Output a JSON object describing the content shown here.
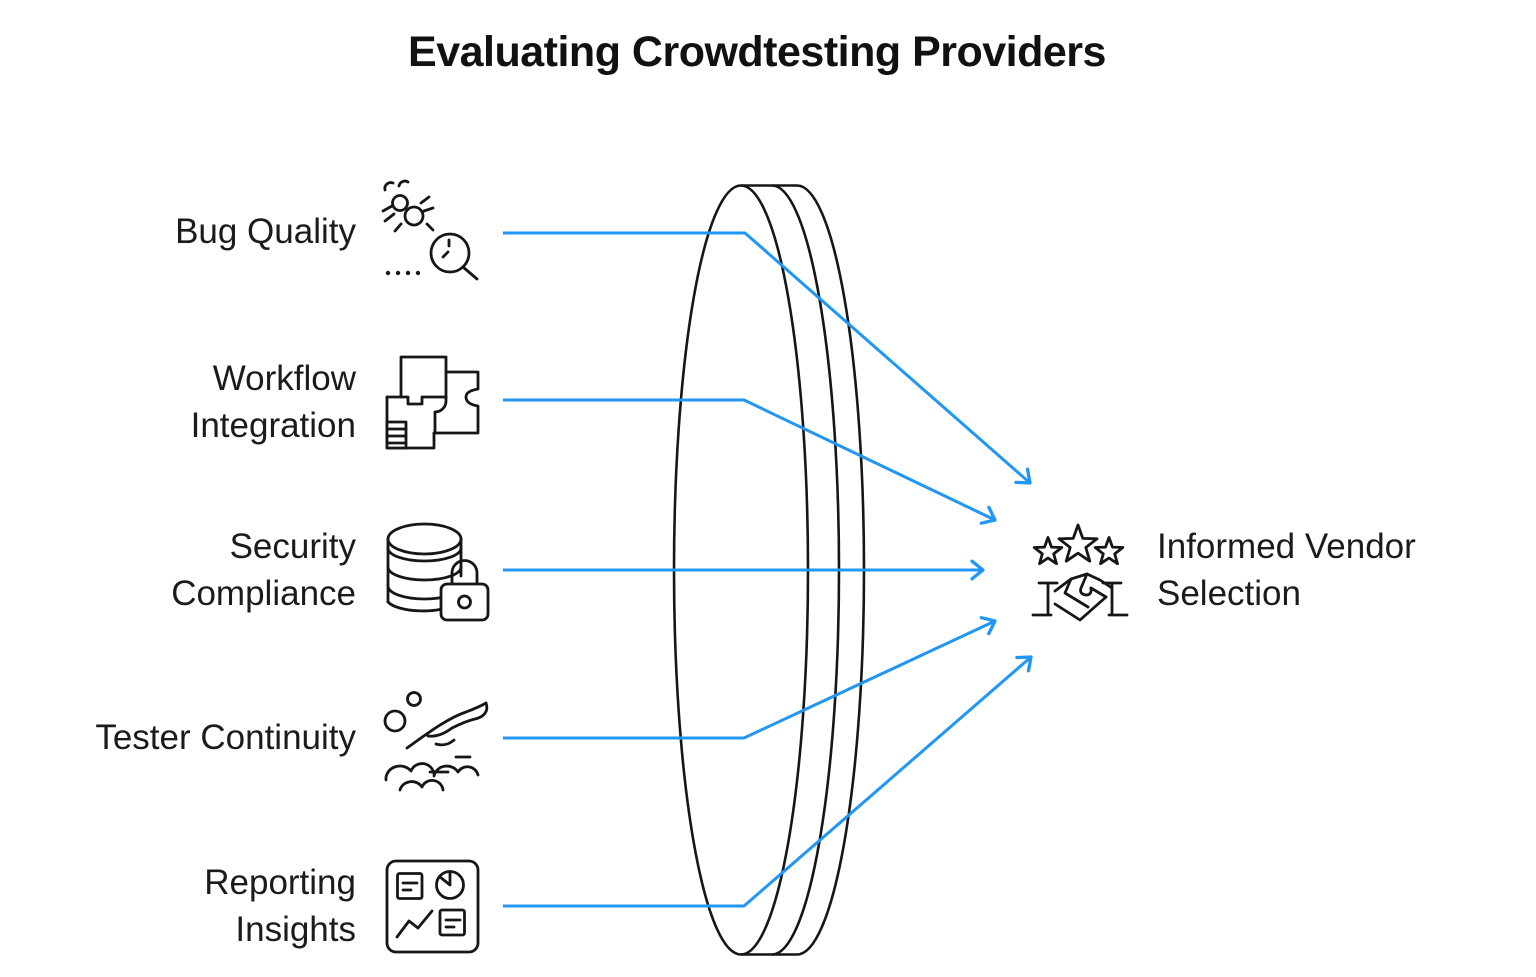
{
  "title": "Evaluating Crowdtesting Providers",
  "colors": {
    "arrow": "#2196F3",
    "ink": "#161616"
  },
  "factors": [
    {
      "label": "Bug Quality",
      "icon": "bug-magnifier-icon"
    },
    {
      "label": "Workflow\nIntegration",
      "icon": "workflow-puzzle-icon"
    },
    {
      "label": "Security\nCompliance",
      "icon": "database-lock-icon"
    },
    {
      "label": "Tester Continuity",
      "icon": "hand-soap-icon"
    },
    {
      "label": "Reporting\nInsights",
      "icon": "report-dashboard-icon"
    }
  ],
  "outcome": {
    "label": "Informed Vendor\nSelection",
    "icon": "stars-handshake-icon"
  }
}
